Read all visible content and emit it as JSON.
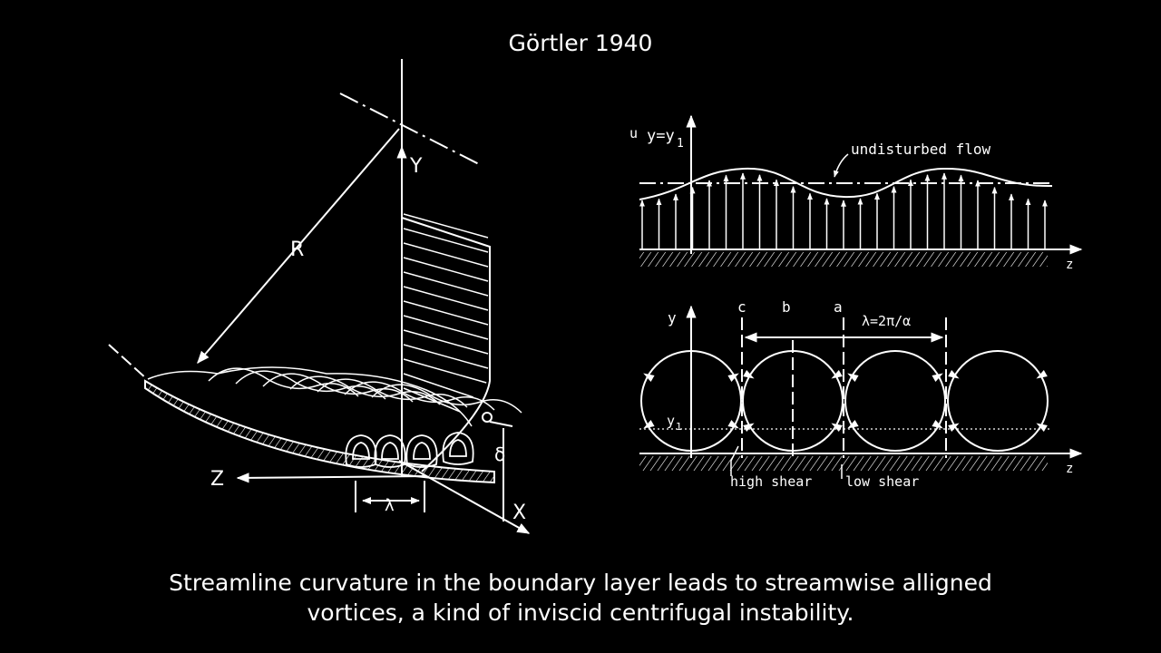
{
  "slide": {
    "title": "Görtler 1940",
    "caption_line1": "Streamline curvature in the boundary layer leads to streamwise alligned",
    "caption_line2": "vortices, a kind of inviscid centrifugal instability."
  },
  "left_figure": {
    "labels": {
      "y_axis": "Y",
      "radius": "R",
      "z_axis": "Z",
      "x_axis": "X",
      "wavelength": "λ",
      "thickness": "δ"
    }
  },
  "top_right_figure": {
    "labels": {
      "u_label": "u",
      "y_eq": "y=y",
      "y_sub": "1",
      "undisturbed": "undisturbed flow",
      "z_axis": "z"
    }
  },
  "bottom_right_figure": {
    "labels": {
      "y_axis": "y",
      "c": "c",
      "b": "b",
      "a": "a",
      "lambda_eq": "λ=2π/α",
      "y1": "y",
      "y1_sub": "1",
      "high_shear": "high shear",
      "low_shear": "low shear",
      "z_axis": "z"
    }
  }
}
